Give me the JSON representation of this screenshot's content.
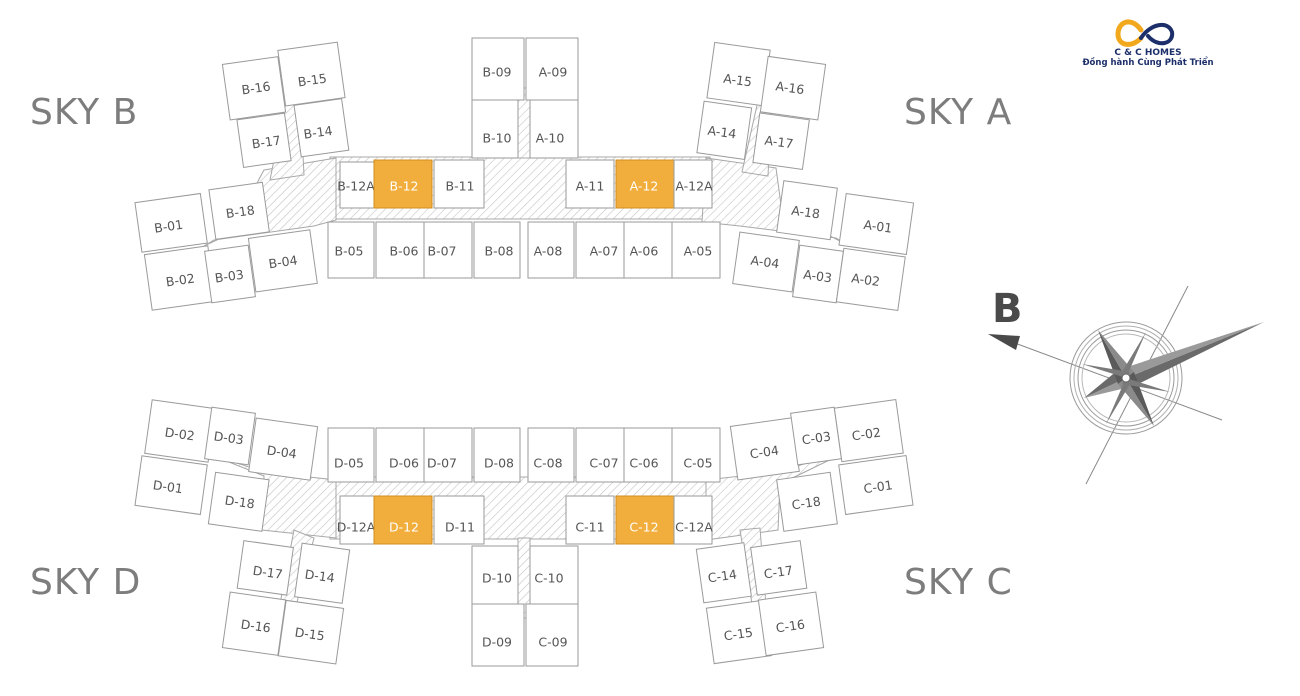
{
  "towers": {
    "sky_a": "SKY A",
    "sky_b": "SKY B",
    "sky_c": "SKY C",
    "sky_d": "SKY D"
  },
  "logo": {
    "brand": "C & C HOMES",
    "slogan": "Đồng hành Cùng Phát Triển",
    "colors": [
      "#f2a81d",
      "#1d2f6a"
    ]
  },
  "compass": {
    "letter": "B",
    "icon": "compass-rose-icon"
  },
  "highlight_color": "#f2ae3c",
  "units": [
    {
      "label": "B-09",
      "highlighted": false
    },
    {
      "label": "A-09",
      "highlighted": false
    },
    {
      "label": "B-10",
      "highlighted": false
    },
    {
      "label": "A-10",
      "highlighted": false
    },
    {
      "label": "B-12A",
      "highlighted": false
    },
    {
      "label": "B-12",
      "highlighted": true
    },
    {
      "label": "B-11",
      "highlighted": false
    },
    {
      "label": "A-11",
      "highlighted": false
    },
    {
      "label": "A-12",
      "highlighted": true
    },
    {
      "label": "A-12A",
      "highlighted": false
    },
    {
      "label": "B-05",
      "highlighted": false
    },
    {
      "label": "B-06",
      "highlighted": false
    },
    {
      "label": "B-07",
      "highlighted": false
    },
    {
      "label": "B-08",
      "highlighted": false
    },
    {
      "label": "A-08",
      "highlighted": false
    },
    {
      "label": "A-07",
      "highlighted": false
    },
    {
      "label": "A-06",
      "highlighted": false
    },
    {
      "label": "A-05",
      "highlighted": false
    },
    {
      "label": "B-16",
      "highlighted": false
    },
    {
      "label": "B-15",
      "highlighted": false
    },
    {
      "label": "B-17",
      "highlighted": false
    },
    {
      "label": "B-14",
      "highlighted": false
    },
    {
      "label": "B-18",
      "highlighted": false
    },
    {
      "label": "B-01",
      "highlighted": false
    },
    {
      "label": "B-02",
      "highlighted": false
    },
    {
      "label": "B-03",
      "highlighted": false
    },
    {
      "label": "B-04",
      "highlighted": false
    },
    {
      "label": "A-15",
      "highlighted": false
    },
    {
      "label": "A-16",
      "highlighted": false
    },
    {
      "label": "A-14",
      "highlighted": false
    },
    {
      "label": "A-17",
      "highlighted": false
    },
    {
      "label": "A-18",
      "highlighted": false
    },
    {
      "label": "A-01",
      "highlighted": false
    },
    {
      "label": "A-04",
      "highlighted": false
    },
    {
      "label": "A-03",
      "highlighted": false
    },
    {
      "label": "A-02",
      "highlighted": false
    },
    {
      "label": "D-05",
      "highlighted": false
    },
    {
      "label": "D-06",
      "highlighted": false
    },
    {
      "label": "D-07",
      "highlighted": false
    },
    {
      "label": "D-08",
      "highlighted": false
    },
    {
      "label": "C-08",
      "highlighted": false
    },
    {
      "label": "C-07",
      "highlighted": false
    },
    {
      "label": "C-06",
      "highlighted": false
    },
    {
      "label": "C-05",
      "highlighted": false
    },
    {
      "label": "D-12A",
      "highlighted": false
    },
    {
      "label": "D-12",
      "highlighted": true
    },
    {
      "label": "D-11",
      "highlighted": false
    },
    {
      "label": "C-11",
      "highlighted": false
    },
    {
      "label": "C-12",
      "highlighted": true
    },
    {
      "label": "C-12A",
      "highlighted": false
    },
    {
      "label": "D-10",
      "highlighted": false
    },
    {
      "label": "C-10",
      "highlighted": false
    },
    {
      "label": "D-09",
      "highlighted": false
    },
    {
      "label": "C-09",
      "highlighted": false
    },
    {
      "label": "D-02",
      "highlighted": false
    },
    {
      "label": "D-03",
      "highlighted": false
    },
    {
      "label": "D-04",
      "highlighted": false
    },
    {
      "label": "D-01",
      "highlighted": false
    },
    {
      "label": "D-18",
      "highlighted": false
    },
    {
      "label": "D-17",
      "highlighted": false
    },
    {
      "label": "D-14",
      "highlighted": false
    },
    {
      "label": "D-16",
      "highlighted": false
    },
    {
      "label": "D-15",
      "highlighted": false
    },
    {
      "label": "C-04",
      "highlighted": false
    },
    {
      "label": "C-03",
      "highlighted": false
    },
    {
      "label": "C-02",
      "highlighted": false
    },
    {
      "label": "C-18",
      "highlighted": false
    },
    {
      "label": "C-01",
      "highlighted": false
    },
    {
      "label": "C-14",
      "highlighted": false
    },
    {
      "label": "C-17",
      "highlighted": false
    },
    {
      "label": "C-15",
      "highlighted": false
    },
    {
      "label": "C-16",
      "highlighted": false
    }
  ]
}
